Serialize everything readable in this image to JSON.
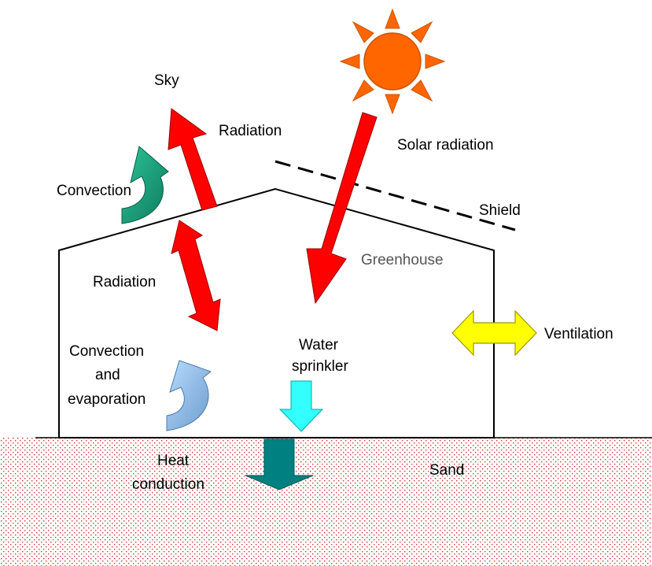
{
  "labels": {
    "sky": "Sky",
    "radiation_top": "Radiation",
    "solar_radiation": "Solar radiation",
    "convection_top": "Convection",
    "shield": "Shield",
    "greenhouse": "Greenhouse",
    "radiation_inside": "Radiation",
    "ventilation": "Ventilation",
    "convection_evap_line1": "Convection",
    "convection_evap_line2": "and",
    "convection_evap_line3": "evaporation",
    "water_line1": "Water",
    "water_line2": "sprinkler",
    "heat_line1": "Heat",
    "heat_line2": "conduction",
    "sand": "Sand"
  },
  "colors": {
    "sun": "#ff6600",
    "radiation_arrow": "#ff0000",
    "convection_top_arrow": "#1aa07a",
    "convection_evap_arrow": "#99ccff",
    "ventilation_arrow": "#ffff00",
    "water_arrow": "#33ffff",
    "conduction_arrow": "#008080",
    "sand_dots": "#cc3333"
  }
}
